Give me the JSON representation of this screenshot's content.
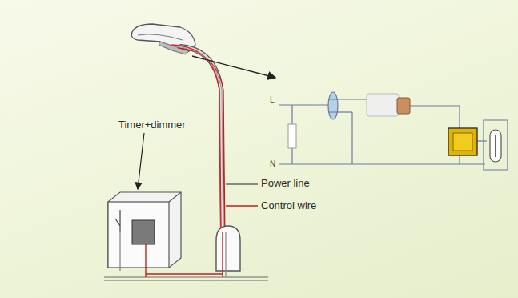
{
  "diagram": {
    "labels": [
      "Timer+dimmer",
      "Power line",
      "Control wire",
      "L",
      "N"
    ]
  }
}
